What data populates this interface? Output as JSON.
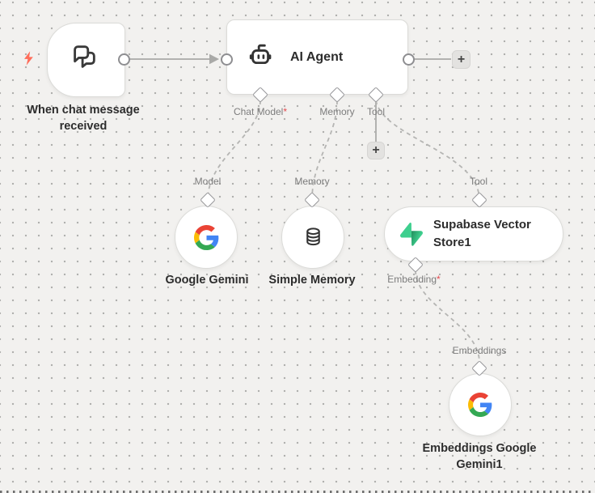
{
  "colors": {
    "canvas_bg": "#f2f1ef",
    "grid_dot": "#adadab",
    "node_border": "#dbdbd8",
    "wire_gray": "#b2b2b0",
    "port_label_gray": "#7c7c7c",
    "node_label_dark": "#2d2d2d",
    "required_red": "#e5484d",
    "trigger_bolt_coral": "#ff6d5a",
    "supabase_green": "#3ecf8e",
    "supabase_green_dark": "#249361",
    "google_blue": "#4285f4",
    "google_red": "#ea4335",
    "google_yellow": "#fbbc05",
    "google_green": "#34a853"
  },
  "trigger": {
    "label": "When chat message received"
  },
  "agent": {
    "title": "AI Agent",
    "ports": {
      "chat_model": "Chat Model",
      "memory": "Memory",
      "tool": "Tool"
    }
  },
  "model_node": {
    "label": "Google Gemini",
    "port": "Model"
  },
  "memory_node": {
    "label": "Simple Memory",
    "port": "Memory"
  },
  "vector_node": {
    "label": "Supabase Vector Store1",
    "port_top": "Tool",
    "port_bottom": "Embedding"
  },
  "embeddings_node": {
    "label": "Embeddings Google Gemini1",
    "port": "Embeddings"
  },
  "required_marker": "*",
  "plus_label": "+"
}
